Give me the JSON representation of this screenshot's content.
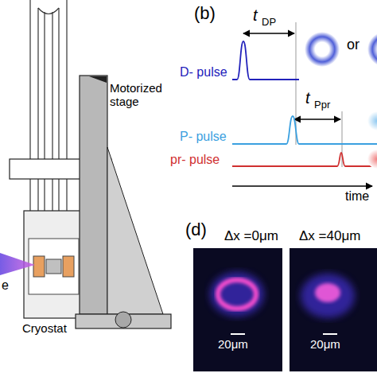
{
  "diagram": {
    "labels": [
      "Motorized stage",
      "(b)",
      "t",
      "DP",
      "or",
      "D- pulse",
      "t",
      "Ppr",
      "P- pulse",
      "pr- pulse",
      "time",
      "e",
      "Cryostat",
      "(d)",
      "Δx =0μm",
      "Δx =40μm",
      "20μm",
      "20μm"
    ]
  }
}
